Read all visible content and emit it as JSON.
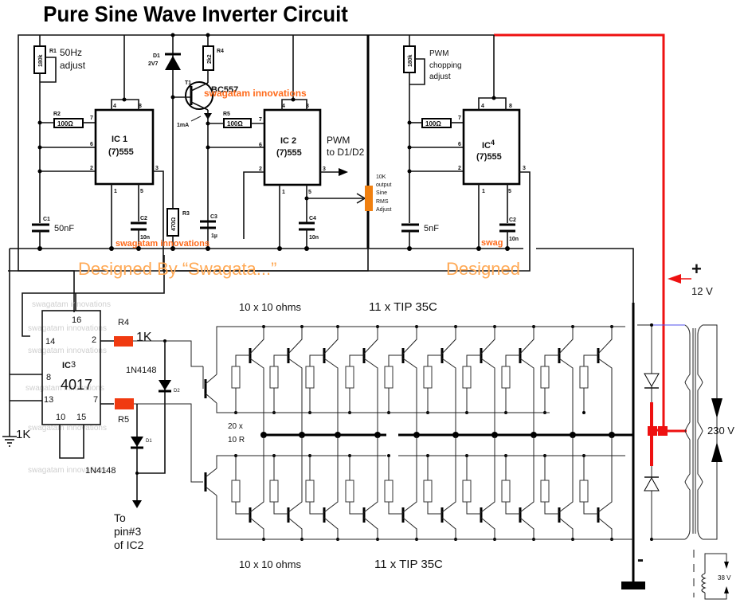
{
  "title": "Pure Sine Wave Inverter Circuit",
  "colors": {
    "supply_positive": "#ee1111",
    "watermark": "#ff6a1a",
    "pot": "#f08010",
    "resistor_red": "#f03a10"
  },
  "watermarks": {
    "top": "swagatam innovations",
    "mid": "swagatam innovations",
    "designed_by": "Designed By “Swagata...”",
    "designed_right": "Designed",
    "swag": "swag",
    "ic3_bg": "swagatam innovations"
  },
  "ic1": {
    "name": "IC 1",
    "type": "(7)555",
    "pins": {
      "p4": "4",
      "p8": "8",
      "p7": "7",
      "p6": "6",
      "p2": "2",
      "p3": "3",
      "p1": "1",
      "p5": "5"
    },
    "r1": {
      "ref": "R1",
      "value": "180k",
      "label_1": "50Hz",
      "label_2": "adjust"
    },
    "r2": {
      "ref": "R2",
      "value": "100Ω"
    },
    "c1": {
      "ref": "C1",
      "value": "50nF"
    },
    "c2": {
      "ref": "C2",
      "value": "10n"
    }
  },
  "ramp": {
    "d1": {
      "ref": "D1",
      "value": "2V7"
    },
    "r4": {
      "ref": "R4",
      "value": "2k2"
    },
    "t1": {
      "ref": "T1",
      "value": "BC557"
    },
    "current": "1mA",
    "r3": {
      "ref": "R3",
      "value": "470Ω"
    },
    "c3": {
      "ref": "C3",
      "value": "1µ"
    }
  },
  "ic2": {
    "name": "IC 2",
    "type": "(7)555",
    "pins": {
      "p4": "4",
      "p8": "8",
      "p7": "7",
      "p6": "6",
      "p2": "2",
      "p3": "3",
      "p1": "1",
      "p5": "5"
    },
    "r5": {
      "ref": "R5",
      "value": "100Ω"
    },
    "c4": {
      "ref": "C4",
      "value": "10n"
    },
    "output_label_1": "PWM",
    "output_label_2": "to D1/D2"
  },
  "pot_10k": {
    "line1": "10K",
    "line2": "output",
    "line3": "Sine",
    "line4": "RMS",
    "line5": "Adjust"
  },
  "ic4": {
    "name": "IC",
    "name_sup": "4",
    "type": "(7)555",
    "pins": {
      "p4": "4",
      "p8": "8",
      "p7": "7",
      "p6": "6",
      "p2": "2",
      "p3": "3",
      "p1": "1",
      "p5": "5"
    },
    "pot": {
      "value": "180k",
      "label_1": "PWM",
      "label_2": "chopping",
      "label_3": "adjust"
    },
    "r": {
      "value": "100Ω"
    },
    "c_timing": {
      "value": "5nF"
    },
    "c2": {
      "ref": "C2",
      "value": "10n"
    }
  },
  "ic3": {
    "name": "IC",
    "name_sup": "3",
    "type": "4017",
    "pins": {
      "p16": "16",
      "p14": "14",
      "p8": "8",
      "p13": "13",
      "p2": "2",
      "p7": "7",
      "p10": "10",
      "p15": "15"
    },
    "ground_res": "1K",
    "r4": {
      "ref": "R4",
      "value": "1K"
    },
    "r5": {
      "ref": "R5"
    },
    "d2": {
      "ref": "D2",
      "value": "1N4148"
    },
    "d1": {
      "ref": "D1",
      "value": "1N4148"
    },
    "to_label_1": "To",
    "to_label_2": "pin#3",
    "to_label_3": "of IC2"
  },
  "power_stage": {
    "top_resistors": "10 x 10 ohms",
    "top_transistors": "11 x TIP 35C",
    "middle_resistors_1": "20 x",
    "middle_resistors_2": "10 R",
    "bottom_resistors": "10 x 10 ohms",
    "bottom_transistors": "11 x TIP 35C"
  },
  "supply": {
    "plus": "+",
    "voltage": "12 V",
    "minus": "-"
  },
  "transformer": {
    "output": "230 V",
    "feedback": "38 V"
  }
}
